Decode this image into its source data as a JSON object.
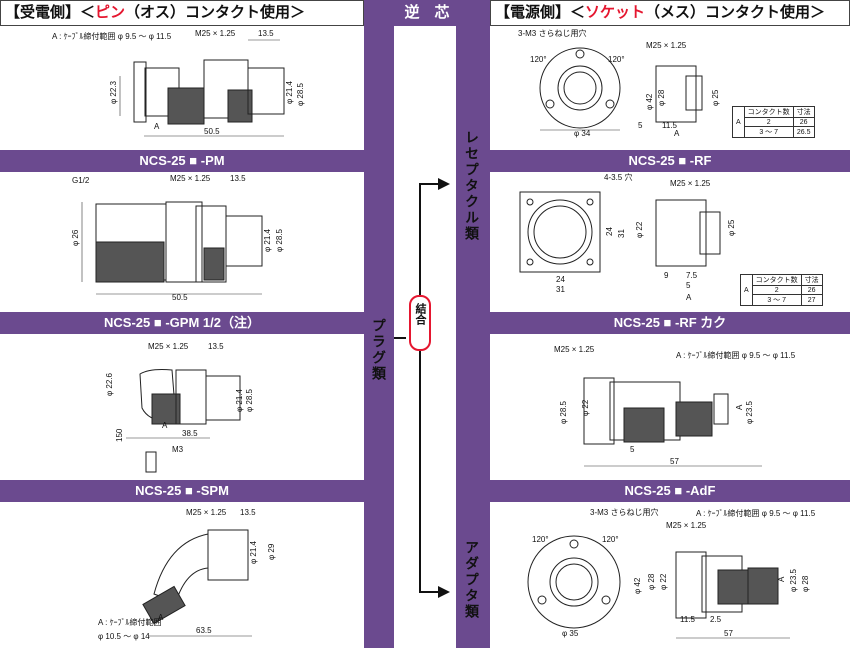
{
  "header": {
    "left_bracket": "【受電側】",
    "left_prefix": "＜",
    "left_red": "ピン",
    "left_suffix": "（オス）コンタクト使用＞",
    "center": "逆　芯",
    "right_bracket": "【電源側】",
    "right_prefix": "＜",
    "right_red": "ソケット",
    "right_suffix": "（メス）コンタクト使用＞"
  },
  "center_column": {
    "plug_label": "プラグ類",
    "receptacle_label": "レセプタクル類",
    "adapter_label": "アダプタ類",
    "connect_label": "結合",
    "colors": {
      "purple": "#6b4a8f",
      "red": "#e5162f"
    }
  },
  "left_panels": [
    {
      "band": "NCS-25 ■ -PM",
      "labels": {
        "cable_range": "A : ｹｰﾌﾞﾙ締付範囲 φ 9.5 ～ φ 11.5",
        "thread": "M25 × 1.25",
        "d1": "13.5",
        "d22": "φ 22.3",
        "d214": "φ 21.4",
        "d285": "φ 28.5",
        "length": "50.5",
        "a": "A"
      }
    },
    {
      "band": "NCS-25 ■ -GPM 1/2（注）",
      "labels": {
        "g": "G1/2",
        "thread": "M25 × 1.25",
        "d1": "13.5",
        "d26": "φ 26",
        "d214": "φ 21.4",
        "d285": "φ 28.5",
        "length": "50.5"
      }
    },
    {
      "band": "NCS-25 ■ -SPM",
      "labels": {
        "thread": "M25 × 1.25",
        "d1": "13.5",
        "d226": "φ 22.6",
        "d214": "φ 21.4",
        "d285": "φ 28.5",
        "d150": "150",
        "d385": "38.5",
        "m3": "M3",
        "a": "A"
      }
    },
    {
      "band": "",
      "labels": {
        "thread": "M25 × 1.25",
        "d1": "13.5",
        "d214": "φ 21.4",
        "d29": "φ 29",
        "length": "63.5",
        "cable_range_1": "A : ｹｰﾌﾞﾙ締付範囲",
        "cable_range_2": "φ 10.5 ～ φ 14",
        "a": "A"
      }
    }
  ],
  "right_panels": [
    {
      "band": "NCS-25 ■ -RF",
      "labels": {
        "hole": "3-M3 さらねじ用穴",
        "angle1": "120°",
        "angle2": "120°",
        "thread": "M25 × 1.25",
        "d42": "φ 42",
        "d28": "φ 28",
        "d25": "φ 25",
        "d34": "φ 34",
        "d115": "11.5",
        "d5": "5",
        "a": "A"
      },
      "table": {
        "head": [
          "コンタクト数",
          "寸法"
        ],
        "rows": [
          [
            "2",
            "26"
          ],
          [
            "3 ～ 7",
            "26.5"
          ]
        ],
        "a": "A"
      }
    },
    {
      "band": "NCS-25 ■ -RF カク",
      "labels": {
        "hole": "4-3.5 穴",
        "thread": "M25 × 1.25",
        "d24v": "24",
        "d31v": "31",
        "d22": "φ 22",
        "d25": "φ 25",
        "d24h": "24",
        "d31h": "31",
        "d9": "9",
        "d75": "7.5",
        "d5": "5",
        "a": "A"
      },
      "table": {
        "head": [
          "コンタクト数",
          "寸法"
        ],
        "rows": [
          [
            "2",
            "26"
          ],
          [
            "3 ～ 7",
            "27"
          ]
        ],
        "a": "A"
      }
    },
    {
      "band": "NCS-25 ■ -AdF",
      "labels": {
        "thread": "M25 × 1.25",
        "cable_range": "A : ｹｰﾌﾞﾙ締付範囲 φ 9.5 ～ φ 11.5",
        "d285": "φ 28.5",
        "d22": "φ 22",
        "d235": "φ 23.5",
        "d5": "5",
        "d57": "57",
        "a": "A"
      }
    },
    {
      "band": "",
      "labels": {
        "hole": "3-M3 さらねじ用穴",
        "angle1": "120°",
        "angle2": "120°",
        "cable_range": "A : ｹｰﾌﾞﾙ締付範囲 φ 9.5 ～ φ 11.5",
        "thread": "M25 × 1.25",
        "d42": "φ 42",
        "d28": "φ 28",
        "d22": "φ 22",
        "d235": "φ 23.5",
        "d28r": "φ 28",
        "d35": "φ 35",
        "d115": "11.5",
        "d25": "2.5",
        "d57": "57",
        "a": "A"
      }
    }
  ]
}
